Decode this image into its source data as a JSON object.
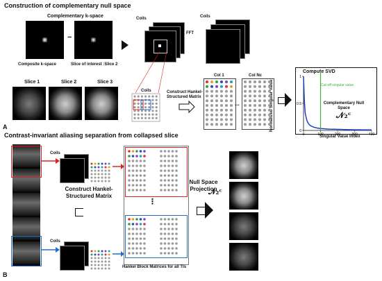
{
  "panel_a": {
    "title": "Construction of complementary null space",
    "kspace_heading": "Complementary  k-space",
    "minus_sign": "−",
    "composite_label": "Composite k-space",
    "slice_interest_label": "Slice of interest :Slice 2",
    "slices": [
      "Slice 1",
      "Slice 2",
      "Slice 3"
    ],
    "coils_label": "Coils",
    "fft_label": "FFT",
    "hankel_label": "Construct Hankel-Structured Matrix",
    "col1_label": "Col 1",
    "colN_label": "Col Nc",
    "dots_label": "...",
    "svd_title": "Compute SVD",
    "cutoff_label": "Cut-off singular value",
    "null_space_label": "Complementary Null Space",
    "null_symbol": "𝒩₂ᶜ",
    "y_axis_label": "Normalized Singular Value",
    "x_axis_label": "Singular Value Index",
    "letter": "A"
  },
  "panel_b": {
    "title": "Contrast-invariant aliasing separation from collapsed slice",
    "coils_label": "Coils",
    "hankel_label": "Construct Hankel-Structured Matrix",
    "projection_label": "Null Space Projection",
    "null_symbol": "𝒩₂ᶜ",
    "block_caption": "Hankel  Block  Matrices  for  all  TIs",
    "vdots": "⋮",
    "hdots": "...",
    "letter": "B"
  },
  "chart_data": {
    "type": "line",
    "xlabel": "Singular Value Index",
    "ylabel": "Normalized Singular Value",
    "xlim": [
      0,
      400
    ],
    "ylim": [
      0,
      1
    ],
    "x_ticks": [
      0,
      100,
      200,
      300,
      400
    ],
    "y_ticks": [
      0,
      0.5,
      1
    ],
    "cutoff_x": 100,
    "series": [
      {
        "x": [
          0,
          5,
          10,
          20,
          30,
          40,
          60,
          80,
          100,
          150,
          200,
          250,
          300,
          350,
          400
        ],
        "y": [
          1.0,
          0.55,
          0.32,
          0.18,
          0.12,
          0.09,
          0.06,
          0.045,
          0.035,
          0.025,
          0.02,
          0.016,
          0.013,
          0.011,
          0.01
        ]
      }
    ],
    "colors": {
      "curve": "#1f3fbf",
      "cutoff": "#3cb043"
    }
  },
  "colors": {
    "red_box": "#e02020",
    "blue_box": "#1f6fd0",
    "green_cut": "#3cb043"
  }
}
